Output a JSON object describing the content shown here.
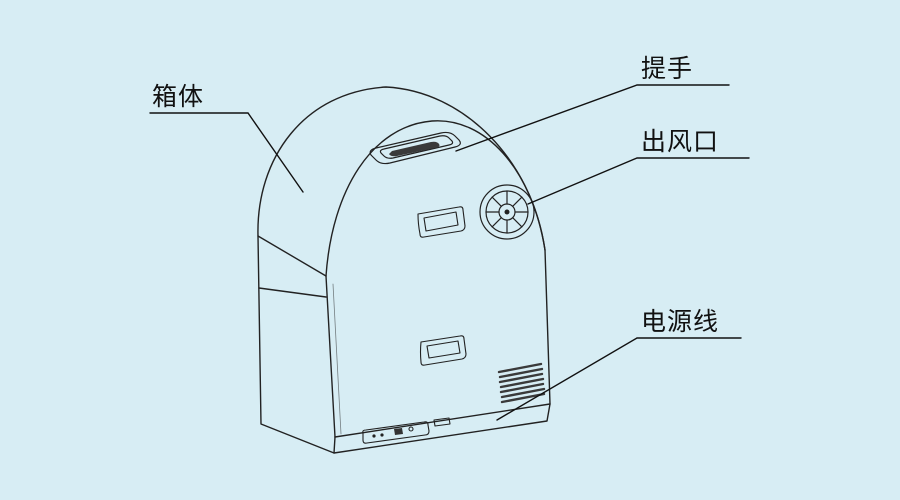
{
  "page": {
    "background_color": "#d7edf4",
    "line_color": "#222222",
    "text_color": "#111111"
  },
  "diagram": {
    "labels": {
      "cabinet": "箱体",
      "handle": "提手",
      "air_outlet": "出风口",
      "power_cord": "电源线"
    }
  }
}
